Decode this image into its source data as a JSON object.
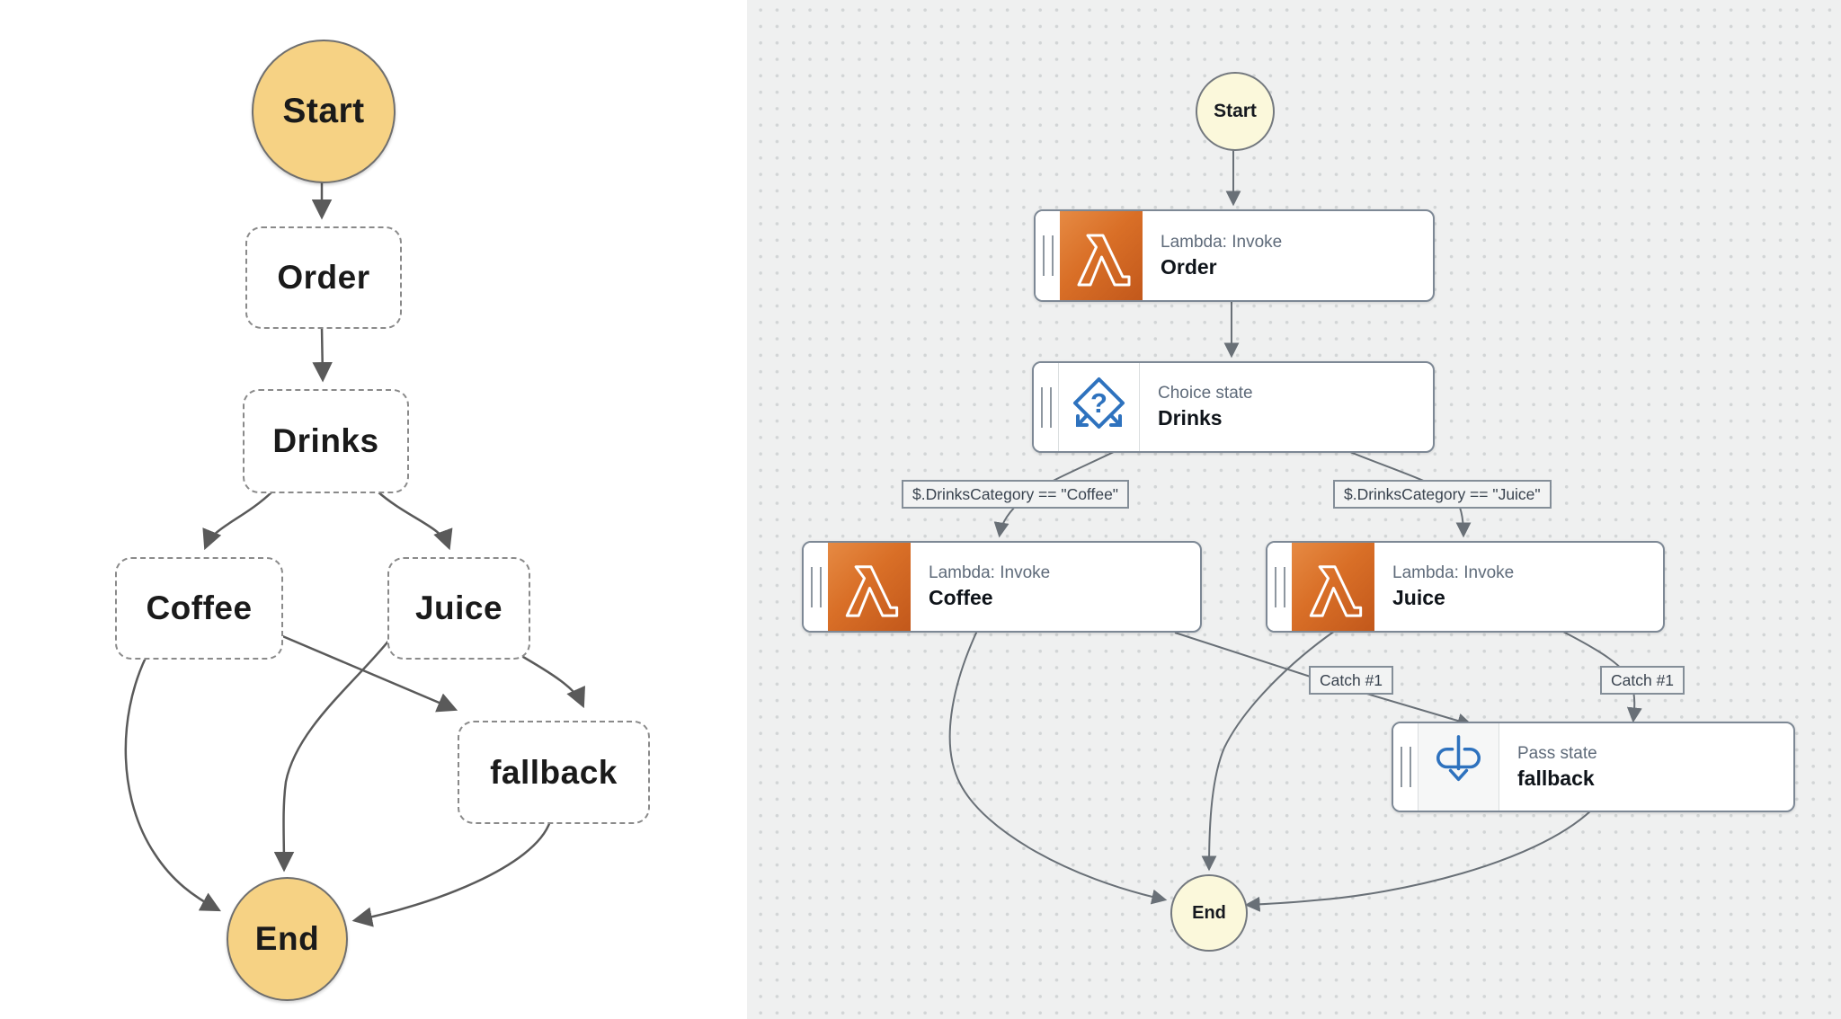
{
  "left_diagram": {
    "nodes": {
      "start": "Start",
      "order": "Order",
      "drinks": "Drinks",
      "coffee": "Coffee",
      "juice": "Juice",
      "fallback": "fallback",
      "end": "End"
    },
    "colors": {
      "background": "#FFFFFF",
      "terminal_fill": "#F6D284",
      "terminal_border": "#6F6F6F",
      "dashed_border": "#8A8A8A",
      "edge": "#5A5A5A"
    }
  },
  "right_diagram": {
    "start": "Start",
    "end": "End",
    "states": {
      "order": {
        "type": "Lambda: Invoke",
        "name": "Order"
      },
      "drinks": {
        "type": "Choice state",
        "name": "Drinks"
      },
      "coffee": {
        "type": "Lambda: Invoke",
        "name": "Coffee"
      },
      "juice": {
        "type": "Lambda: Invoke",
        "name": "Juice"
      },
      "fallback": {
        "type": "Pass state",
        "name": "fallback"
      }
    },
    "edge_labels": {
      "coffee_condition": "$.DrinksCategory == \"Coffee\"",
      "juice_condition": "$.DrinksCategory == \"Juice\"",
      "catch_coffee": "Catch #1",
      "catch_juice": "Catch #1"
    },
    "colors": {
      "canvas_bg": "#EFF0F0",
      "canvas_dots": "#D2D5D6",
      "terminal_fill": "#FBF8DB",
      "box_border": "#7D8895",
      "type_text": "#5F6B7A",
      "name_text": "#0F141A",
      "edge": "#697077",
      "icon_blue": "#2E72BE",
      "lambda_gradient_light": "#E68A43",
      "lambda_gradient_dark": "#C2581B"
    }
  }
}
